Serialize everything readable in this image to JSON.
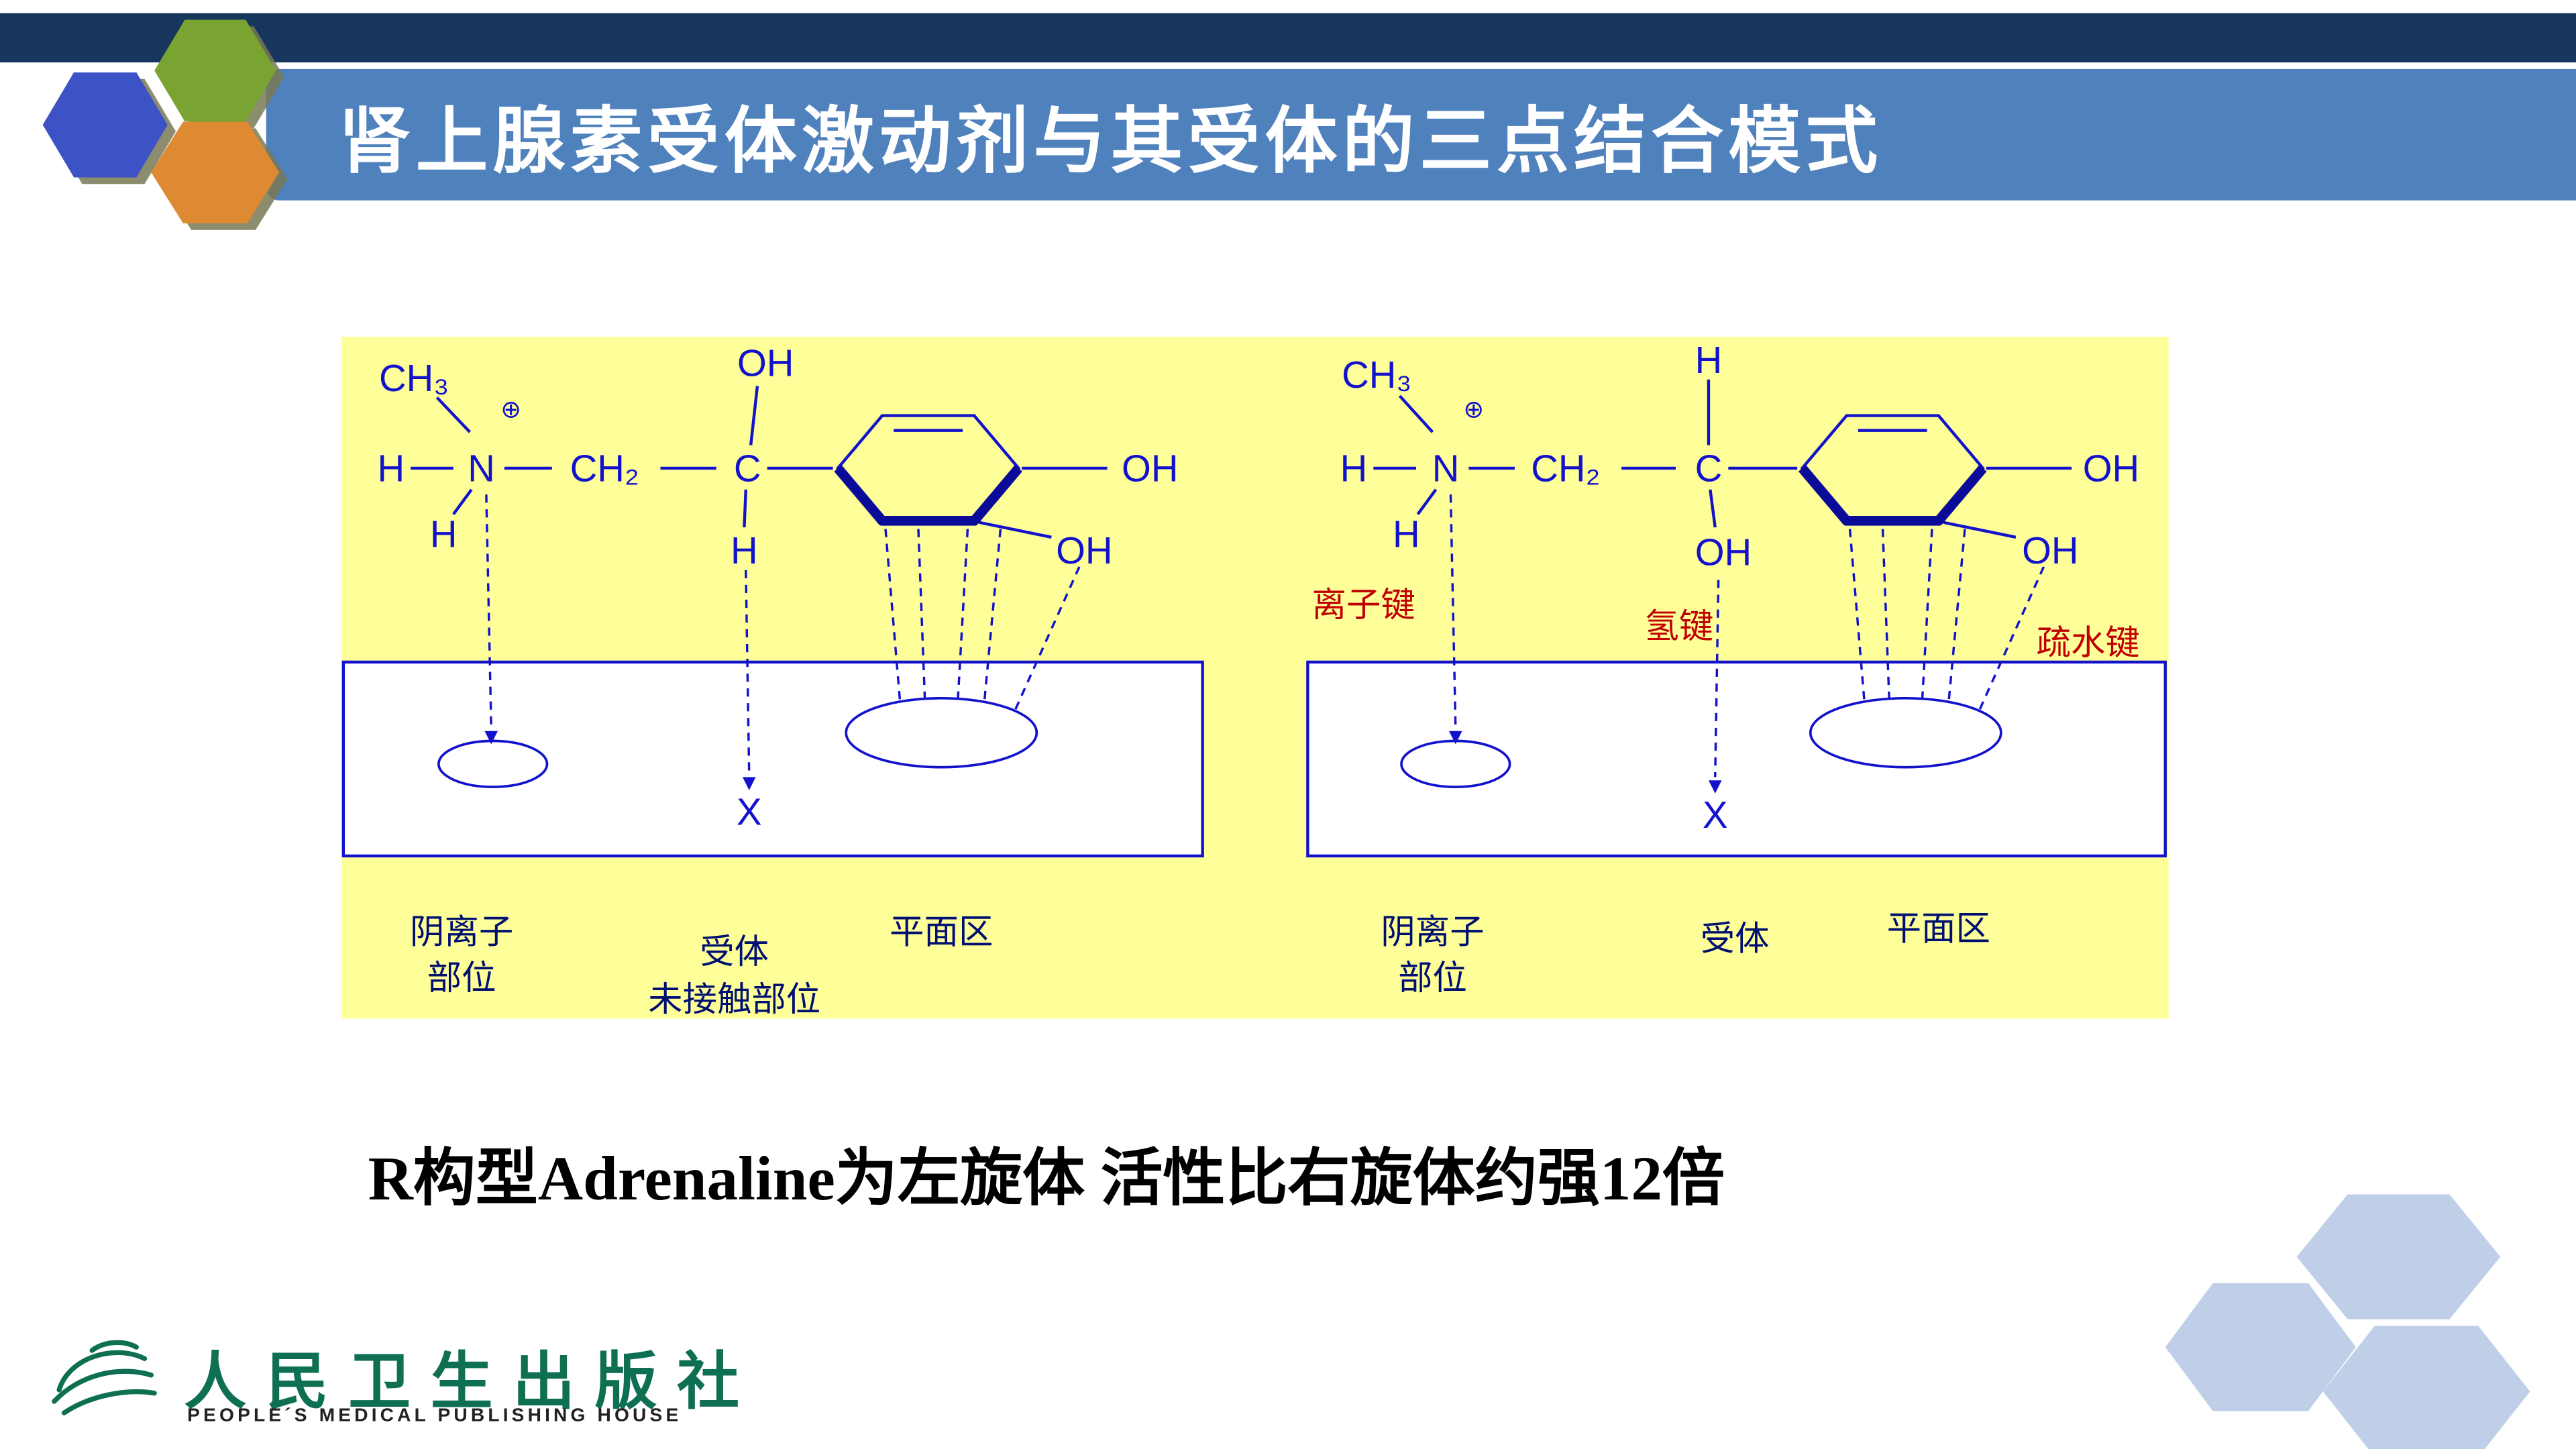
{
  "header": {
    "title": "肾上腺素受体激动剂与其受体的三点结合模式"
  },
  "diagram": {
    "left": {
      "ch3": "CH₃",
      "plus": "⊕",
      "h1": "H",
      "n": "N",
      "ch2": "CH₂",
      "c": "C",
      "oh_top": "OH",
      "h_below_n": "H",
      "h_below_c": "H",
      "oh_para": "OH",
      "oh_meta": "OH",
      "x": "X",
      "label_anion_1": "阴离子",
      "label_anion_2": "部位",
      "label_nocontact_1": "受体",
      "label_nocontact_2": "未接触部位",
      "label_planar": "平面区"
    },
    "right": {
      "ch3": "CH₃",
      "plus": "⊕",
      "h1": "H",
      "n": "N",
      "ch2": "CH₂",
      "c": "C",
      "h_top": "H",
      "h_below_n": "H",
      "oh_below_c": "OH",
      "oh_para": "OH",
      "oh_meta": "OH",
      "x": "X",
      "bond_ionic": "离子键",
      "bond_hydrogen": "氢键",
      "bond_hydrophobic": "疏水键",
      "label_anion_1": "阴离子",
      "label_anion_2": "部位",
      "label_receptor": "受体",
      "label_planar": "平面区"
    }
  },
  "caption": {
    "text": "R构型Adrenaline为左旋体 活性比右旋体约强12倍"
  },
  "footer": {
    "publisher_cn": "人民卫生出版社",
    "publisher_en": "PEOPLE´S MEDICAL PUBLISHING HOUSE"
  },
  "colors": {
    "navy": "#17365D",
    "band": "#4F81BD",
    "yellow": "#FFFF99",
    "chem": "#1212CC",
    "label": "#001070",
    "red": "#C00000",
    "hexblue": "#3D53C5",
    "hexgreen": "#79A431",
    "hexorange": "#DD8A33",
    "palehex": "#BECFE7",
    "pub": "#0E6F52"
  }
}
